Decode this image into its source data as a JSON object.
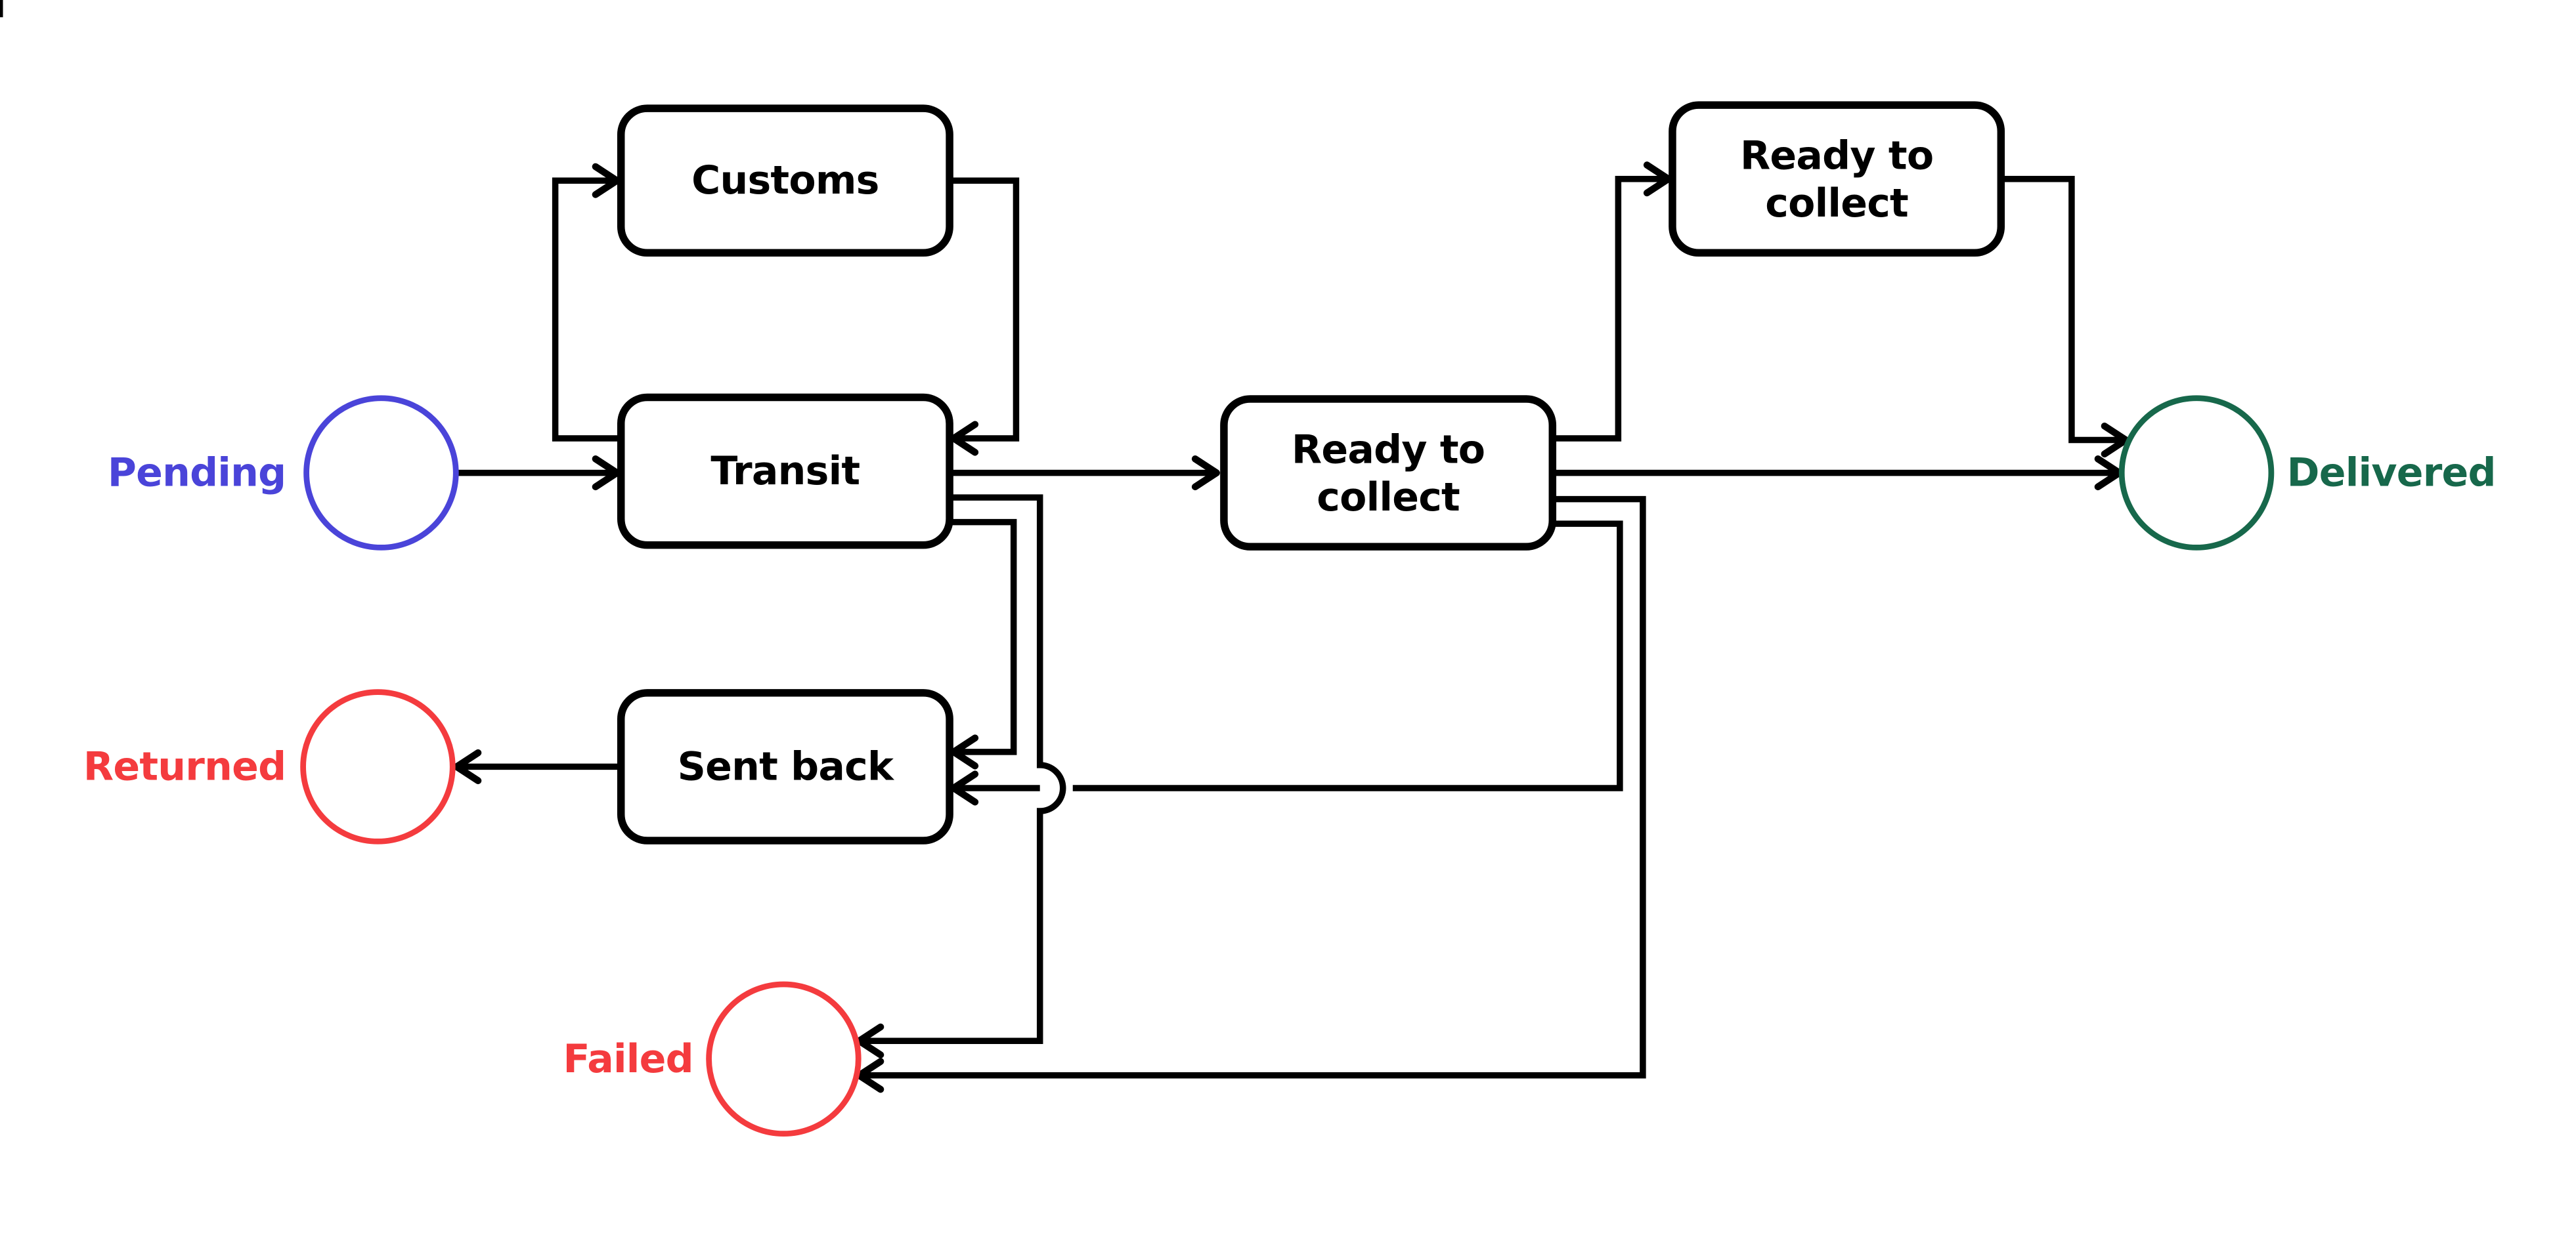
{
  "background_color": "#ffffff",
  "colors": {
    "node_stroke": "#000000",
    "edge": "#000000",
    "pending_blue": "#4a44d9",
    "returned_red": "#f43b3e",
    "failed_red": "#f43b3e",
    "delivered_green": "#17684b"
  },
  "states": {
    "customs": {
      "label": "Customs"
    },
    "transit": {
      "label": "Transit"
    },
    "sent_back": {
      "label": "Sent back"
    },
    "ready_to_collect": {
      "line1": "Ready to",
      "line2": "collect"
    },
    "ready_to_collect_upper": {
      "line1": "Ready to",
      "line2": "collect"
    },
    "pending": {
      "label": "Pending",
      "color": "#4a44d9"
    },
    "returned": {
      "label": "Returned",
      "color": "#f43b3e"
    },
    "failed": {
      "label": "Failed",
      "color": "#f43b3e"
    },
    "delivered": {
      "label": "Delivered",
      "color": "#17684b"
    }
  },
  "transitions": [
    {
      "from": "Pending",
      "to": "Transit"
    },
    {
      "from": "Transit",
      "to": "Customs"
    },
    {
      "from": "Customs",
      "to": "Transit"
    },
    {
      "from": "Transit",
      "to": "Ready to collect"
    },
    {
      "from": "Transit",
      "to": "Sent back"
    },
    {
      "from": "Transit",
      "to": "Failed"
    },
    {
      "from": "Ready to collect",
      "to": "Ready to collect (upper)"
    },
    {
      "from": "Ready to collect",
      "to": "Delivered"
    },
    {
      "from": "Ready to collect (upper)",
      "to": "Delivered"
    },
    {
      "from": "Ready to collect",
      "to": "Sent back"
    },
    {
      "from": "Ready to collect",
      "to": "Failed"
    },
    {
      "from": "Sent back",
      "to": "Returned"
    }
  ]
}
